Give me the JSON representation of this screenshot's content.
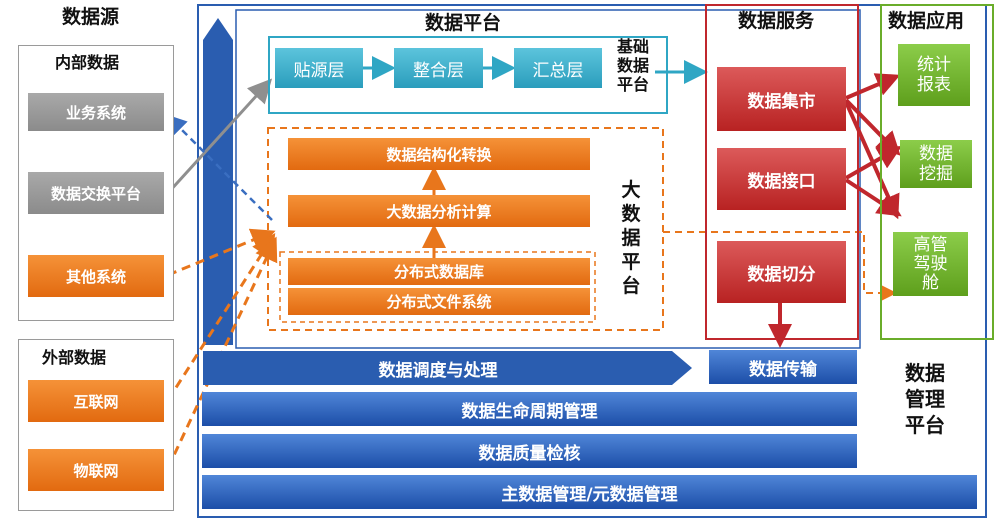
{
  "data_source": {
    "title": "数据源",
    "internal": {
      "title": "内部数据",
      "items": [
        "业务系统",
        "数据交换平台",
        "其他系统"
      ]
    },
    "external": {
      "title": "外部数据",
      "items": [
        "互联网",
        "物联网"
      ]
    }
  },
  "data_platform": {
    "title": "数据平台",
    "base_layers": [
      "贴源层",
      "整合层",
      "汇总层"
    ],
    "base_label": [
      "基础",
      "数据",
      "平台"
    ],
    "bigdata_steps": [
      "数据结构化转换",
      "大数据分析计算"
    ],
    "bigdata_storage": [
      "分布式数据库",
      "分布式文件系统"
    ],
    "bigdata_label": [
      "大",
      "数",
      "据",
      "平",
      "台"
    ]
  },
  "data_service": {
    "title": "数据服务",
    "items": [
      "数据集市",
      "数据接口",
      "数据切分"
    ]
  },
  "data_application": {
    "title": "数据应用",
    "items": [
      "统计\n报表",
      "数据\n挖掘",
      "高管\n驾驶\n舱"
    ]
  },
  "management": {
    "rows": [
      "数据调度与处理",
      "数据传输",
      "数据生命周期管理",
      "数据质量检核",
      "主数据管理/元数据管理"
    ],
    "label": [
      "数据",
      "管理",
      "平台"
    ]
  },
  "colors": {
    "orange": "#e8761c",
    "teal": "#2fa6c4",
    "red": "#c0272d",
    "green": "#6aad2a",
    "blue": "#1f56b0",
    "gray": "#8f8f8f"
  }
}
